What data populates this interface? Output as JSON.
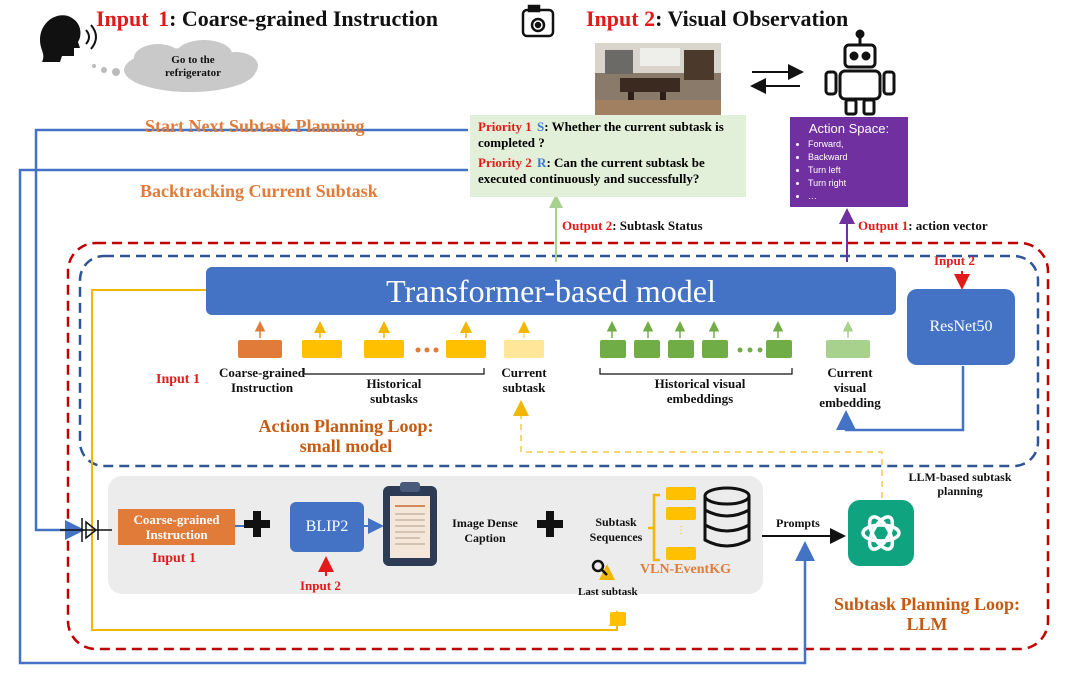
{
  "header": {
    "input1_word": "Input",
    "input1_num": "1",
    "input1_rest": ": Coarse-grained Instruction",
    "input2_word": "Input 2",
    "input2_rest": ": Visual Observation",
    "speech_bubble": "Go to the refrigerator"
  },
  "feedback": {
    "start_next": "Start Next Subtask Planning",
    "backtracking": "Backtracking Current Subtask"
  },
  "priority": {
    "p1_label": "Priority 1",
    "p1_letter": "S",
    "p1_text": ": Whether the current subtask is completed ?",
    "p2_label": "Priority 2",
    "p2_letter": "R",
    "p2_text": ": Can the current subtask be executed continuously and successfully?"
  },
  "action_space": {
    "title": "Action Space:",
    "items": [
      "Forward,",
      "Backward",
      "Turn left",
      "Turn right",
      "…"
    ]
  },
  "outputs": {
    "output2_label": "Output 2",
    "output2_text": ": Subtask Status",
    "output1_label": "Output 1",
    "output1_text": ": action vector"
  },
  "transformer": {
    "title": "Transformer-based model"
  },
  "resnet": {
    "label": "ResNet50",
    "input_label": "Input 2"
  },
  "tokens": {
    "input1_label": "Input 1",
    "coarse_label": "Coarse-grained Instruction",
    "historical_subtasks": "Historical subtasks",
    "current_subtask": "Current subtask",
    "historical_visual": "Historical visual embeddings",
    "current_visual": "Current visual embedding"
  },
  "action_loop": {
    "line1": "Action Planning Loop:",
    "line2": "small model"
  },
  "subtask_loop": {
    "line1": "Subtask Planning Loop:",
    "line2": "LLM"
  },
  "llm_planning": "LLM-based subtask planning",
  "bottom": {
    "coarse_box": "Coarse-grained Instruction",
    "input1": "Input 1",
    "blip2": "BLIP2",
    "input2": "Input 2",
    "image_dense_caption": "Image Dense Caption",
    "subtask_sequences": "Subtask Sequences",
    "kg": "VLN-EventKG",
    "last_subtask": "Last subtask",
    "prompts": "Prompts"
  },
  "colors": {
    "red": "#e31a1a",
    "orange": "#e07b39",
    "blue_line": "#4472c4",
    "dark_blue_dash": "#2f5597",
    "dark_red_dash": "#c00000",
    "yellow_line": "#f2b705",
    "transformer_blue": "#4472c4",
    "purple": "#7030a0",
    "green_token": "#70ad47",
    "yellow_token": "#ffc000",
    "chatgpt_green": "#10a37f"
  }
}
